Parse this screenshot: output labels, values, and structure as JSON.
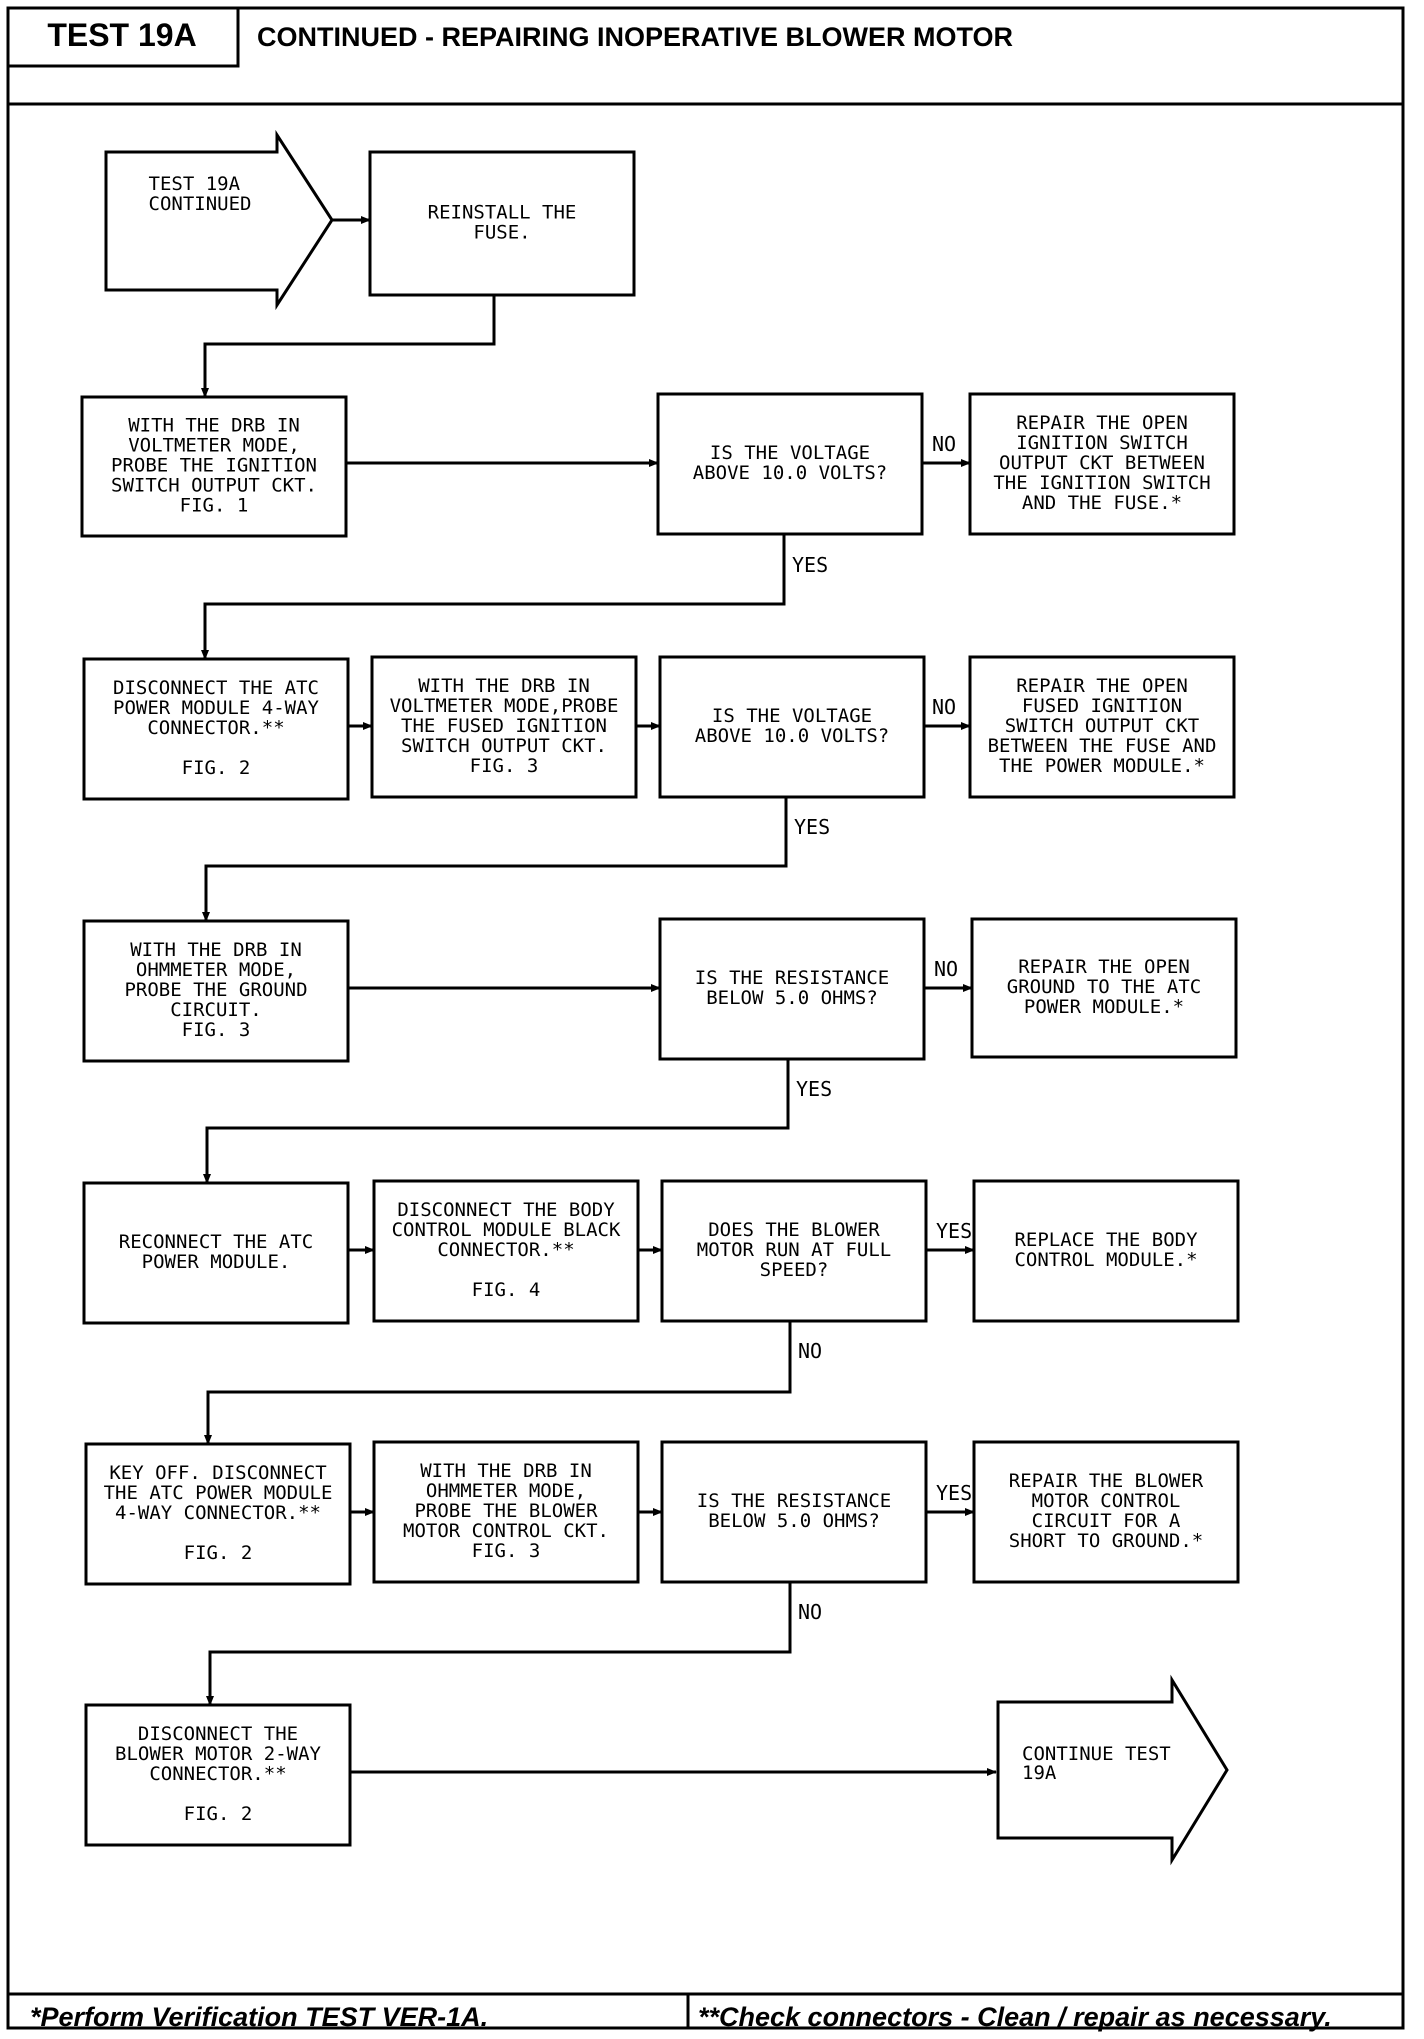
{
  "header": {
    "test_id": "TEST 19A",
    "title": "CONTINUED - REPAIRING INOPERATIVE BLOWER MOTOR"
  },
  "footer": {
    "left": "*Perform Verification TEST VER-1A.",
    "right": "**Check connectors - Clean / repair as necessary."
  },
  "flow": {
    "start": [
      "TEST 19A",
      "CONTINUED"
    ],
    "reinstall": [
      "REINSTALL THE",
      "FUSE."
    ],
    "step1": [
      "WITH THE DRB IN",
      "VOLTMETER MODE,",
      "PROBE THE IGNITION",
      "SWITCH OUTPUT CKT.",
      "FIG. 1"
    ],
    "q1": [
      "IS THE VOLTAGE",
      "ABOVE 10.0 VOLTS?"
    ],
    "r1": [
      "REPAIR THE OPEN",
      "IGNITION SWITCH",
      "OUTPUT CKT BETWEEN",
      "THE IGNITION SWITCH",
      "AND THE FUSE.*"
    ],
    "step2a": [
      "DISCONNECT THE ATC",
      "POWER MODULE 4-WAY",
      "CONNECTOR.**",
      "",
      "FIG. 2"
    ],
    "step2b": [
      "WITH THE DRB IN",
      "VOLTMETER MODE,PROBE",
      "THE FUSED IGNITION",
      "SWITCH OUTPUT CKT.",
      "FIG. 3"
    ],
    "q2": [
      "IS THE VOLTAGE",
      "ABOVE 10.0 VOLTS?"
    ],
    "r2": [
      "REPAIR THE OPEN",
      "FUSED IGNITION",
      "SWITCH OUTPUT CKT",
      "BETWEEN THE FUSE AND",
      "THE POWER MODULE.*"
    ],
    "step3": [
      "WITH THE DRB IN",
      "OHMMETER MODE,",
      "PROBE THE GROUND",
      "CIRCUIT.",
      "FIG. 3"
    ],
    "q3": [
      "IS THE RESISTANCE",
      "BELOW 5.0 OHMS?"
    ],
    "r3": [
      "REPAIR THE OPEN",
      "GROUND TO THE ATC",
      "POWER MODULE.*"
    ],
    "step4a": [
      "RECONNECT THE ATC",
      "POWER MODULE."
    ],
    "step4b": [
      "DISCONNECT THE BODY",
      "CONTROL MODULE BLACK",
      "CONNECTOR.**",
      "",
      "FIG. 4"
    ],
    "q4": [
      "DOES THE BLOWER",
      "MOTOR RUN AT FULL",
      "SPEED?"
    ],
    "r4": [
      "REPLACE THE BODY",
      "CONTROL MODULE.*"
    ],
    "step5a": [
      "KEY OFF. DISCONNECT",
      "THE ATC POWER MODULE",
      "4-WAY CONNECTOR.**",
      "",
      "FIG. 2"
    ],
    "step5b": [
      "WITH THE DRB IN",
      "OHMMETER MODE,",
      "PROBE THE BLOWER",
      "MOTOR CONTROL CKT.",
      "FIG. 3"
    ],
    "q5": [
      "IS THE RESISTANCE",
      "BELOW 5.0 OHMS?"
    ],
    "r5": [
      "REPAIR THE BLOWER",
      "MOTOR CONTROL",
      "CIRCUIT FOR A",
      "SHORT TO GROUND.*"
    ],
    "step6": [
      "DISCONNECT THE",
      "BLOWER MOTOR 2-WAY",
      "CONNECTOR.**",
      "",
      "FIG. 2"
    ],
    "end": [
      "CONTINUE TEST",
      "19A"
    ]
  },
  "labels": {
    "yes": "YES",
    "no": "NO"
  }
}
